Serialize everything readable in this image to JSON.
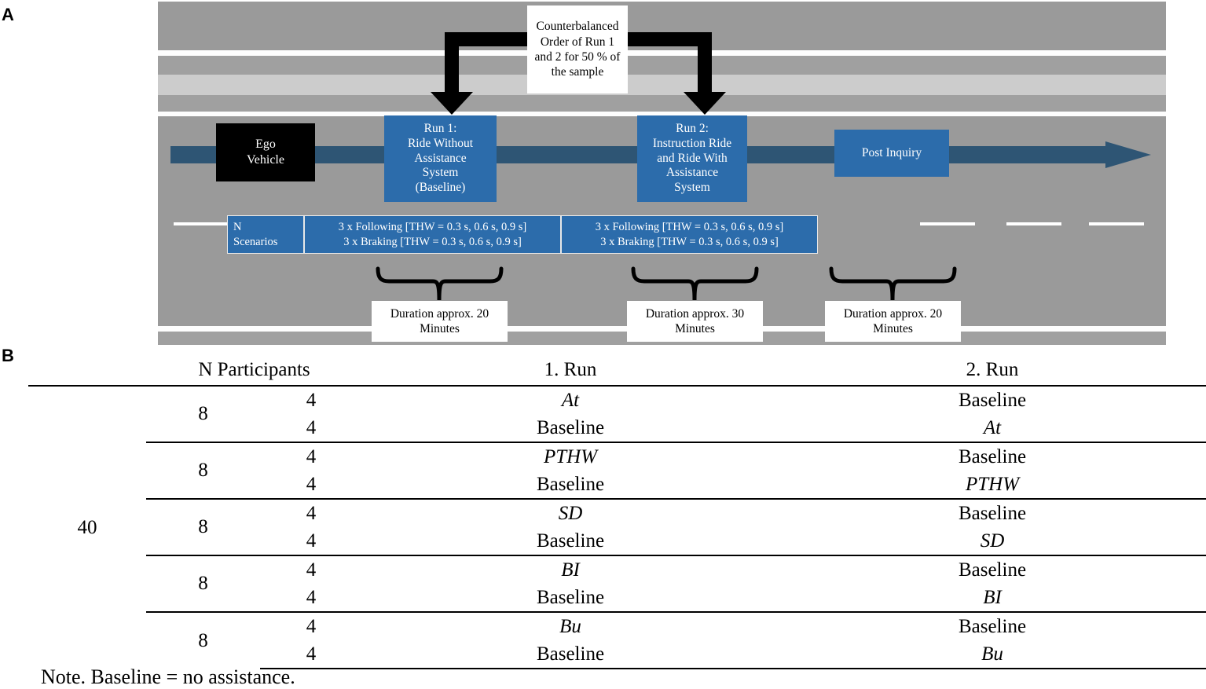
{
  "panels": {
    "a_label": "A",
    "b_label": "B"
  },
  "diagram": {
    "ego_vehicle": "Ego\nVehicle",
    "ego_vehicle_line1": "Ego",
    "ego_vehicle_line2": "Vehicle",
    "counterbalanced_note": "Counterbalanced Order of Run 1 and 2 for 50 % of the sample",
    "run1": {
      "line1": "Run 1:",
      "line2": "Ride Without",
      "line3": "Assistance",
      "line4": "System",
      "line5": "(Baseline)"
    },
    "run2": {
      "line1": "Run 2:",
      "line2": "Instruction Ride",
      "line3": "and Ride With",
      "line4": "Assistance",
      "line5": "System"
    },
    "post_inquiry": "Post Inquiry",
    "scenarios": {
      "label_line1": "N",
      "label_line2": "Scenarios",
      "run1_line1": "3 x Following [THW = 0.3 s, 0.6 s, 0.9 s]",
      "run1_line2": "3 x Braking  [THW = 0.3 s, 0.6 s, 0.9 s]",
      "run2_line1": "3 x Following [THW = 0.3 s, 0.6 s, 0.9 s]",
      "run2_line2": "3 x Braking  [THW = 0.3 s, 0.6 s, 0.9 s]"
    },
    "durations": {
      "d1_line1": "Duration approx. 20",
      "d1_line2": "Minutes",
      "d2_line1": "Duration approx. 30",
      "d2_line2": "Minutes",
      "d3_line1": "Duration approx. 20",
      "d3_line2": "Minutes"
    },
    "colors": {
      "accent_blue": "#2c6cab",
      "arrow_blue": "#2e5574",
      "road_gray": "#9a9a9a",
      "road_light": "#cccccc",
      "lane_white": "#ffffff",
      "box_black": "#000000"
    }
  },
  "table": {
    "headers": {
      "participants": "N Participants",
      "run1": "1. Run",
      "run2": "2. Run"
    },
    "total_n": "40",
    "groups": [
      {
        "n": "8",
        "rows": [
          {
            "n": "4",
            "run1": "At",
            "run1_italic": true,
            "run2": "Baseline",
            "run2_italic": false
          },
          {
            "n": "4",
            "run1": "Baseline",
            "run1_italic": false,
            "run2": "At",
            "run2_italic": true
          }
        ]
      },
      {
        "n": "8",
        "rows": [
          {
            "n": "4",
            "run1": "PTHW",
            "run1_italic": true,
            "run2": "Baseline",
            "run2_italic": false
          },
          {
            "n": "4",
            "run1": "Baseline",
            "run1_italic": false,
            "run2": "PTHW",
            "run2_italic": true
          }
        ]
      },
      {
        "n": "8",
        "rows": [
          {
            "n": "4",
            "run1": "SD",
            "run1_italic": true,
            "run2": "Baseline",
            "run2_italic": false
          },
          {
            "n": "4",
            "run1": "Baseline",
            "run1_italic": false,
            "run2": "SD",
            "run2_italic": true
          }
        ]
      },
      {
        "n": "8",
        "rows": [
          {
            "n": "4",
            "run1": "BI",
            "run1_italic": true,
            "run2": "Baseline",
            "run2_italic": false
          },
          {
            "n": "4",
            "run1": "Baseline",
            "run1_italic": false,
            "run2": "BI",
            "run2_italic": true
          }
        ]
      },
      {
        "n": "8",
        "rows": [
          {
            "n": "4",
            "run1": "Bu",
            "run1_italic": true,
            "run2": "Baseline",
            "run2_italic": false
          },
          {
            "n": "4",
            "run1": "Baseline",
            "run1_italic": false,
            "run2": "Bu",
            "run2_italic": true
          }
        ]
      }
    ],
    "note": "Note. Baseline = no assistance."
  }
}
